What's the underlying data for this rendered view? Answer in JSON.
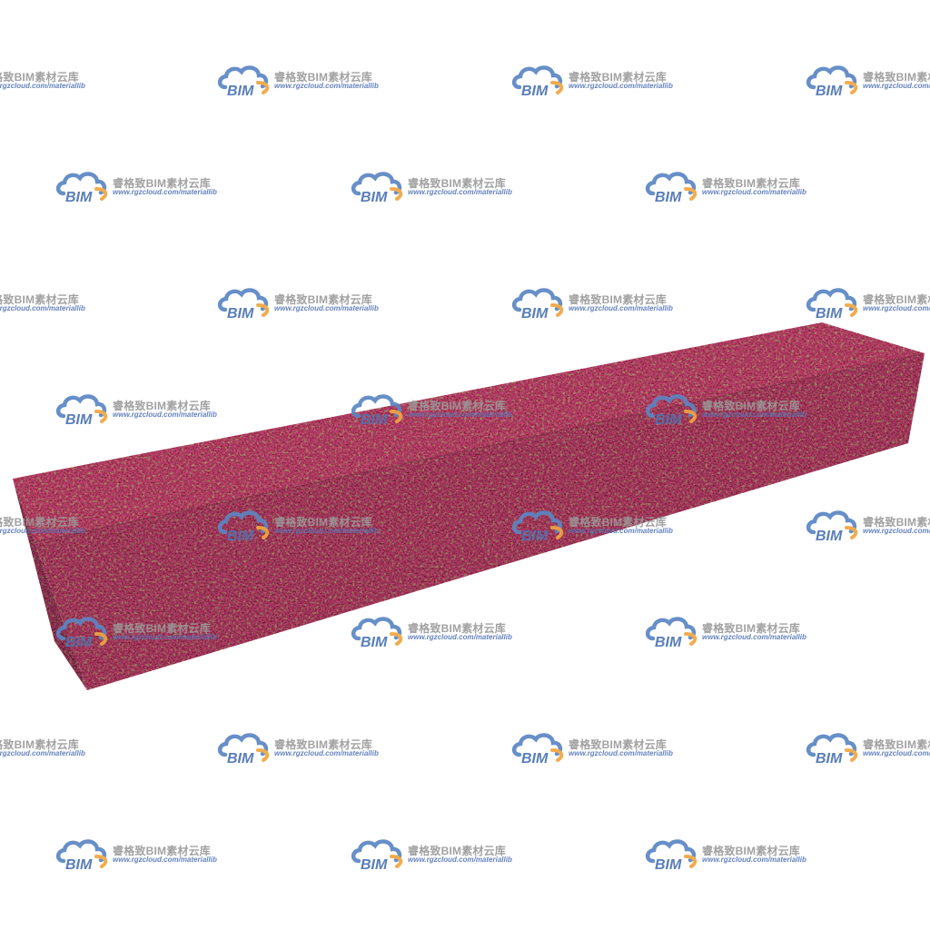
{
  "watermark": {
    "title": "睿格致BIM素材云库",
    "url": "www.rgzcloud.com/materiallib",
    "logo_text": "BIM",
    "logo_icon": "cloud-icon",
    "cloud_color": "#5b86c4",
    "arc_color": "#f0a540",
    "title_color": "#9a9a9a",
    "url_color": "#5878b8"
  },
  "object": {
    "description_icon": "hedge-block",
    "base_color": "#a8123a",
    "dark_color": "#3a0d12",
    "leaf_color": "#4e7a2a",
    "highlight_color": "#e03060"
  }
}
